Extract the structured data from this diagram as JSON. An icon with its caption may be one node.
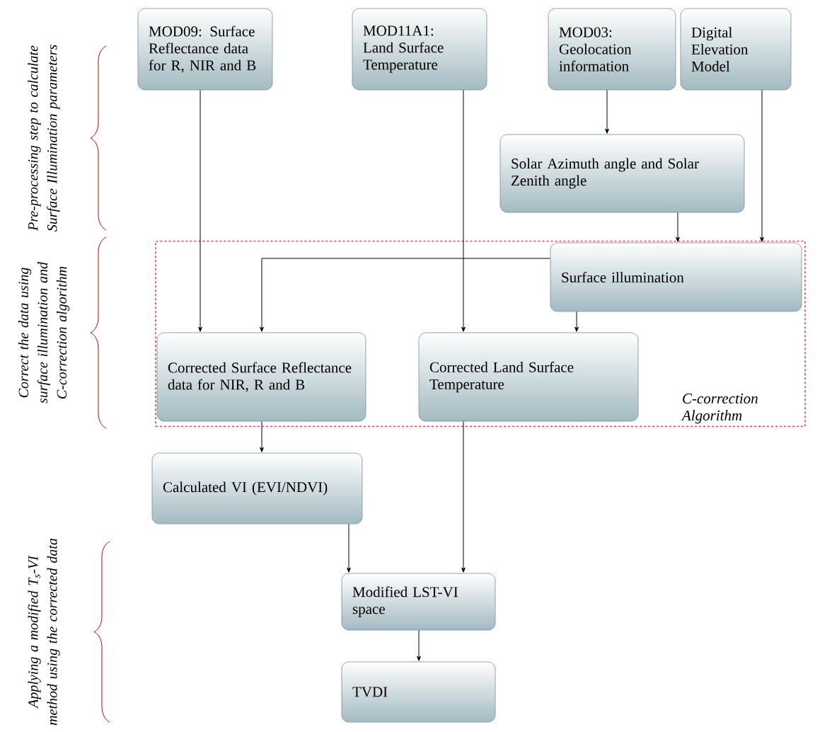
{
  "diagram": {
    "nodes": [
      {
        "text": [
          "MOD09: Surface Reflectance data for R, NIR and B"
        ]
      },
      {
        "text": [
          "MOD11A1: Land Surface Temperature"
        ]
      },
      {
        "text": [
          "MOD03: Geolocation information"
        ]
      },
      {
        "text": [
          "Digital Elevation Model"
        ]
      },
      {
        "text": [
          "Solar Azimuth angle and Solar Zenith angle"
        ]
      },
      {
        "text": [
          "C-correction Algorithm"
        ]
      },
      {
        "text": [
          "Surface illumination"
        ],
        "in": 5
      },
      {
        "text": [
          "Corrected Surface Reflectance data for NIR, R and B"
        ],
        "in": 5
      },
      {
        "text": [
          "Corrected Land Surface Temperature"
        ],
        "in": 5
      },
      {
        "text": [
          "Calculated VI (EVI/NDVI)"
        ]
      },
      {
        "text": [
          "Modified LST-VI space"
        ]
      },
      {
        "text": [
          "TVDI"
        ]
      }
    ],
    "edges": [
      {
        "from": 0,
        "to": 7,
        "arrow": "to"
      },
      {
        "from": 1,
        "to": 8,
        "arrow": "to"
      },
      {
        "from": 2,
        "to": 4,
        "arrow": "to"
      },
      {
        "from": 3,
        "to": 6,
        "arrow": "to"
      },
      {
        "from": 4,
        "to": 6,
        "arrow": "to"
      },
      {
        "from": 6,
        "to": 7,
        "arrow": "to"
      },
      {
        "from": 6,
        "to": 8,
        "arrow": "to"
      },
      {
        "from": 7,
        "to": 9,
        "arrow": "to"
      },
      {
        "from": 8,
        "to": 10,
        "arrow": "to"
      },
      {
        "from": 9,
        "to": 10,
        "arrow": "to"
      },
      {
        "from": 10,
        "to": 11,
        "arrow": "to"
      }
    ],
    "labels": [
      "Pre-processing step to calculate Surface Illumination parameters",
      "Correct the data using surface illumination and C-correction algorithm",
      "Applying a modified T$_{s}$-VI method using the corrected data"
    ]
  }
}
